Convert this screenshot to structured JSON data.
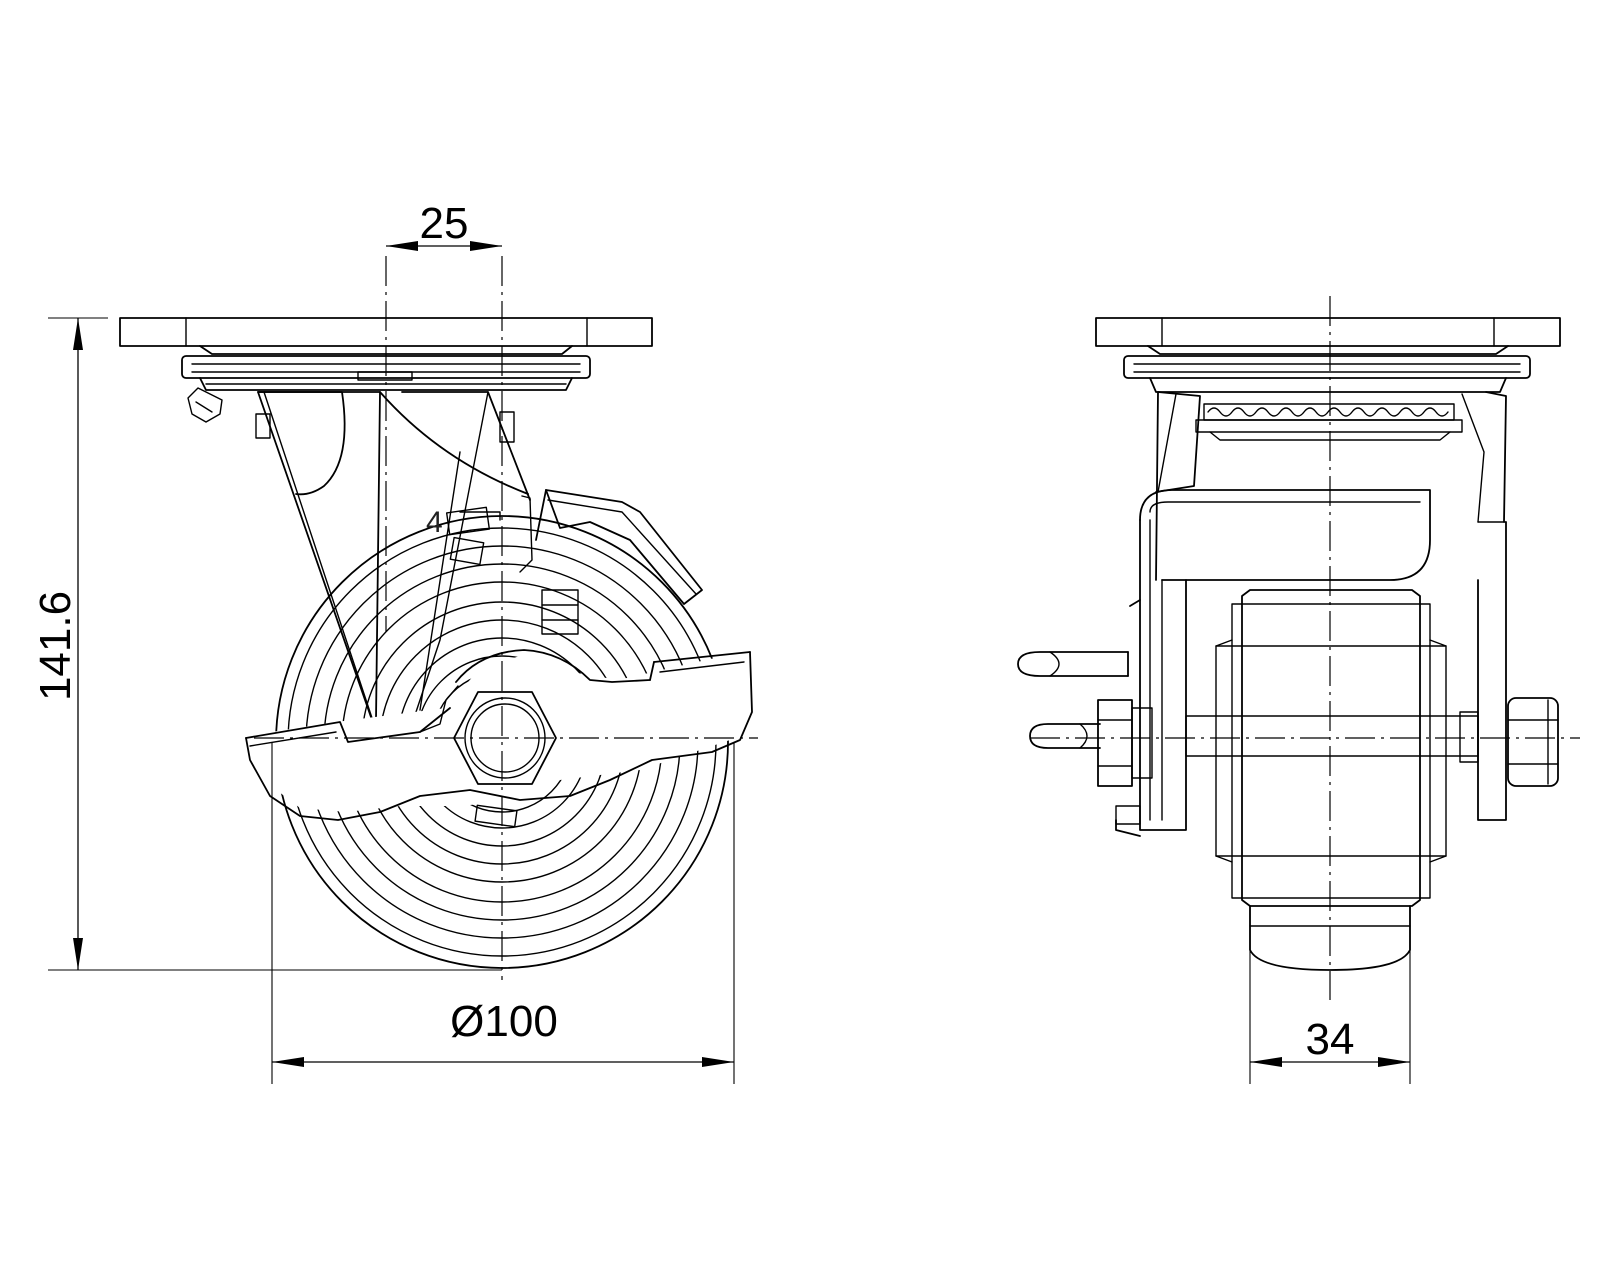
{
  "dimensions": {
    "offset": "25",
    "height": "141.6",
    "diameter": "Ø100",
    "width": "34"
  },
  "part_mark": "4"
}
